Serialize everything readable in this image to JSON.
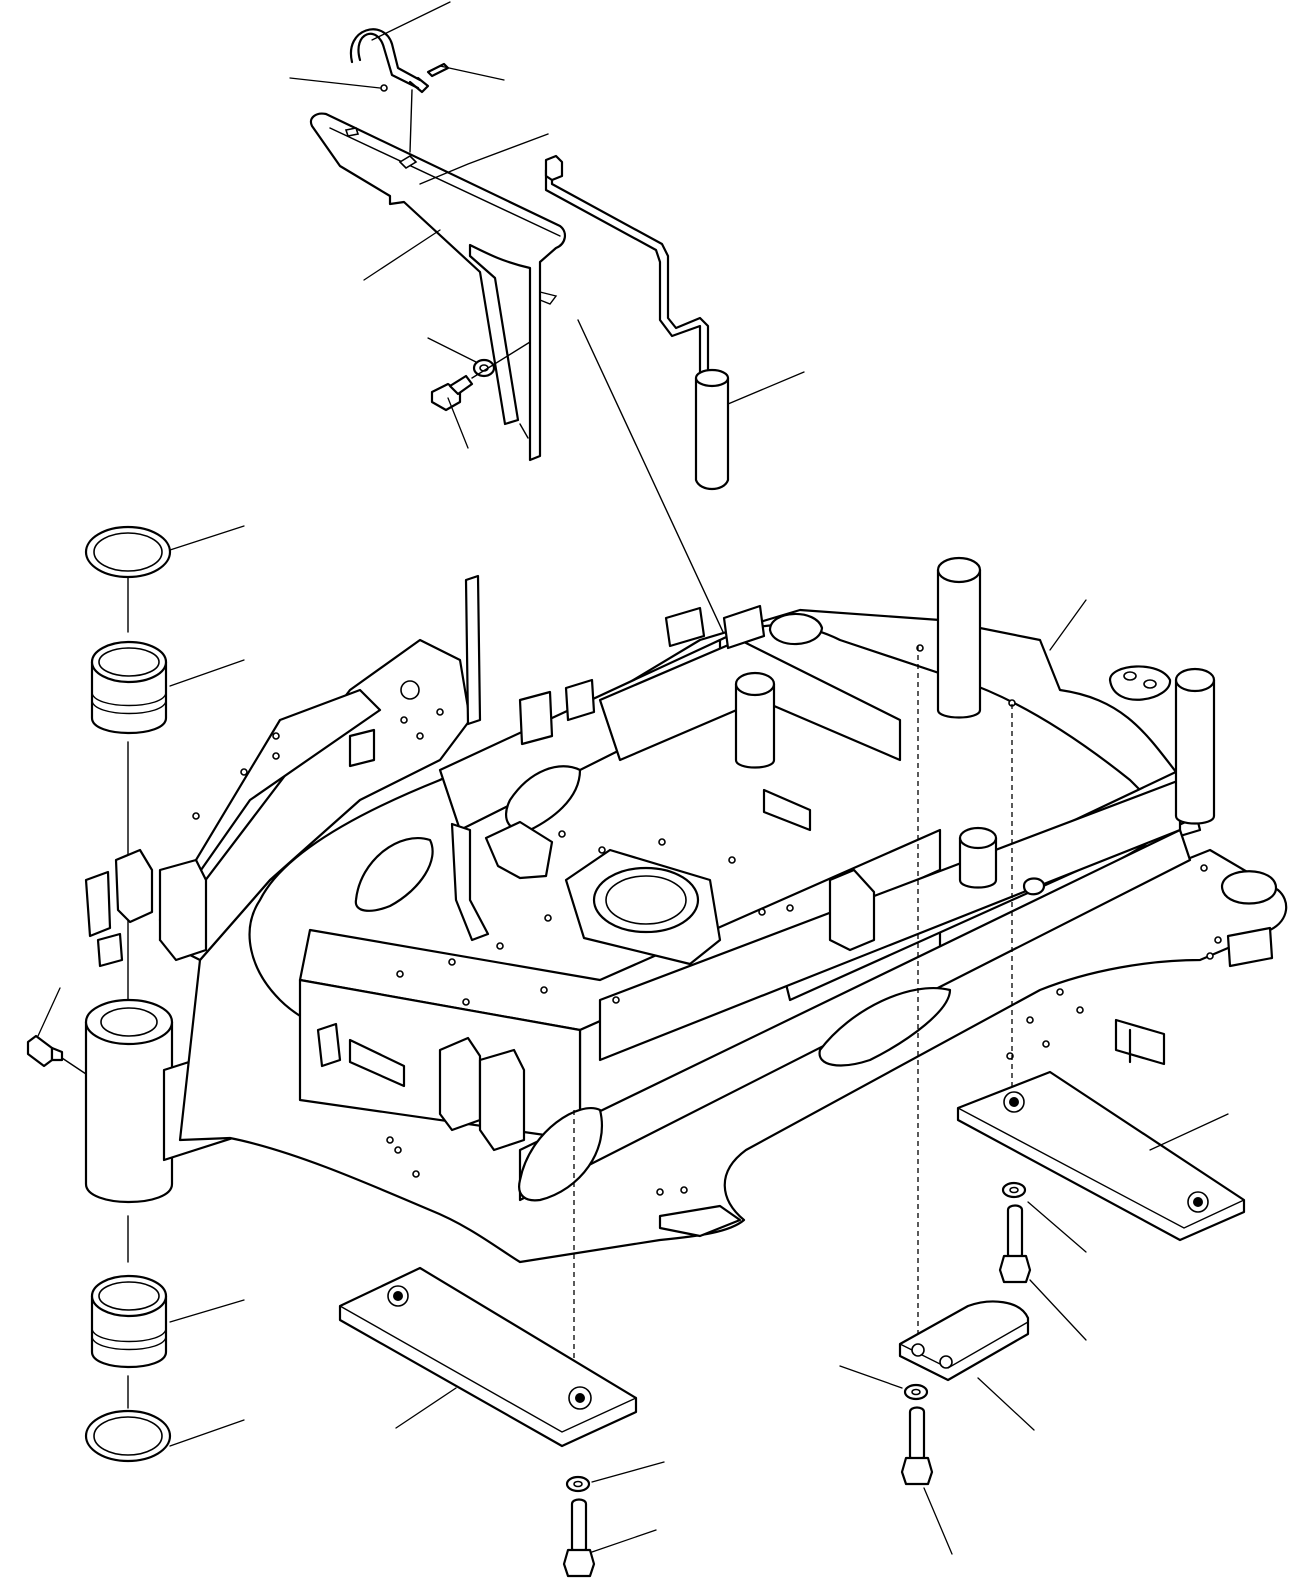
{
  "figure": {
    "type": "exploded-parts-diagram",
    "colors": {
      "line": "#000000",
      "background": "#ffffff"
    },
    "parts": [
      "hook-rod",
      "split-pin",
      "clevis-pin",
      "lever-bracket",
      "washer",
      "bolt",
      "control-rod",
      "upper-seal-ring",
      "upper-bushing",
      "grease-fitting",
      "swing-boss",
      "lower-bushing",
      "lower-seal-ring",
      "revolving-frame",
      "bottom-plate-left",
      "bottom-plate-right",
      "bottom-cover-small",
      "plate-washer",
      "plate-bolt"
    ]
  }
}
